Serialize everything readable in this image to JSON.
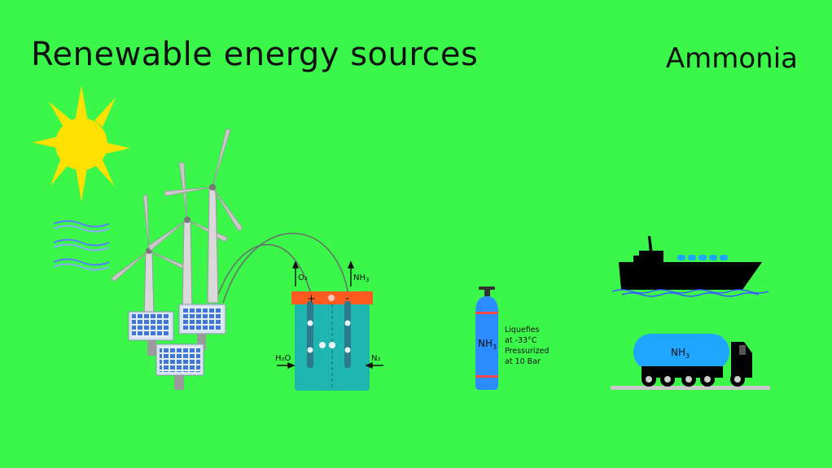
{
  "header": {
    "title": "Renewable energy sources",
    "subtitle": "Ammonia"
  },
  "electrolyzer": {
    "plus": "+",
    "minus": "-",
    "output_left": "O₂",
    "output_right": "NH",
    "output_right_sub": "3",
    "input_left": "H₂O",
    "input_right": "N₂",
    "electron": "e"
  },
  "tank": {
    "label": "NH",
    "label_sub": "3",
    "notes": [
      "Liquefies",
      "at -33°C",
      "Pressurized",
      "at 10 Bar"
    ]
  },
  "truck": {
    "label": "NH",
    "label_sub": "3"
  },
  "colors": {
    "background": "#3af74a",
    "sun": "#ffe000",
    "panel": "#3f76d8",
    "cell_body": "#1fb5b0",
    "cell_top": "#ff5a1f",
    "tank": "#2c8cff",
    "tank_stripe": "#ff4a4a",
    "truck_tank": "#1fa6ff",
    "water": "#3a5cff"
  }
}
